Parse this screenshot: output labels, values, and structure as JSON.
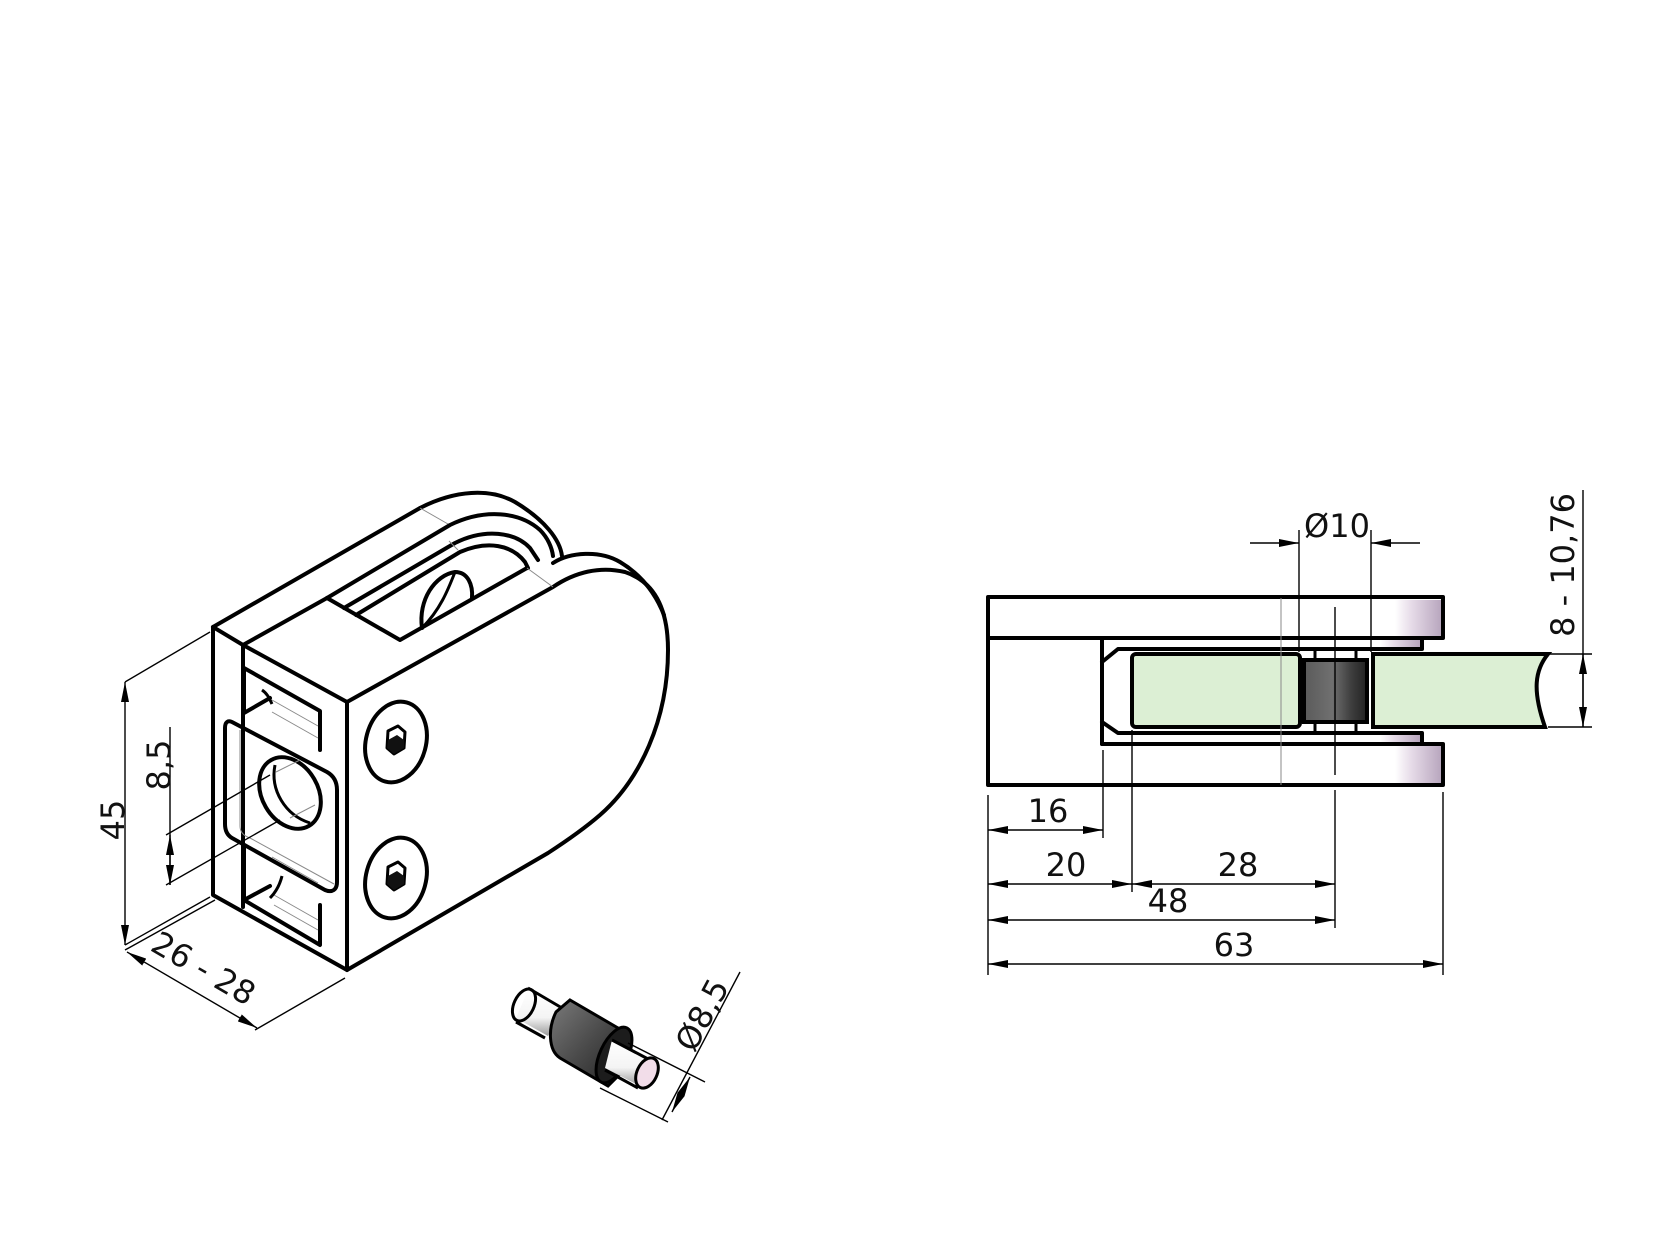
{
  "drawing": {
    "title": "Glass clamp technical drawing",
    "colors": {
      "background": "#ffffff",
      "line": "#000000",
      "glass": "#dcefd4",
      "pin_sleeve_dark": "#2e2e2e",
      "pin_sleeve_light": "#6e6e6e",
      "pin_face": "#f2dde9",
      "plate_gradient_end": "#b7a5bd"
    }
  },
  "isometric_view": {
    "dimensions": {
      "height": "45",
      "hole_offset": "8,5",
      "glass_depth": "26 - 28"
    }
  },
  "pin_view": {
    "dimensions": {
      "diameter": "Ø8,5"
    }
  },
  "section_view": {
    "dimensions": {
      "pin_diameter": "Ø10",
      "glass_thickness": "8 - 10,76",
      "back_to_cavity": "16",
      "back_to_glass": "20",
      "glass_to_pin": "28",
      "back_to_pin": "48",
      "overall_length": "63"
    }
  }
}
